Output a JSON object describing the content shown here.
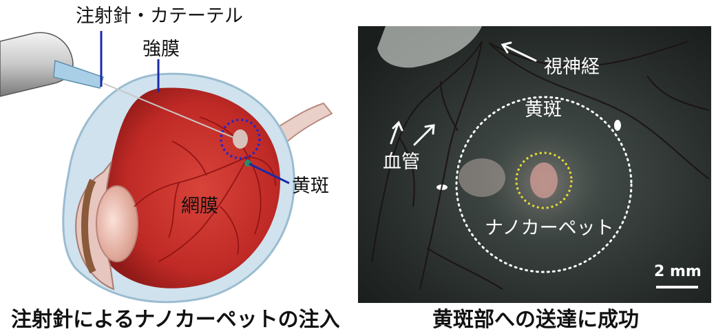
{
  "left_panel": {
    "labels": {
      "needle_catheter": "注射針・カテーテル",
      "sclera": "強膜",
      "macula": "黄斑",
      "retina": "網膜"
    },
    "caption": "注射針によるナノカーペットの注入"
  },
  "right_panel": {
    "labels": {
      "optic_nerve": "視神経",
      "macula": "黄斑",
      "blood_vessel": "血管",
      "nanocarpet": "ナノカーペット"
    },
    "scale_bar": "2 mm",
    "caption": "黄斑部への送達に成功"
  },
  "colors": {
    "retina_red": "#c8302c",
    "label_line": "#1a2aa8",
    "macula_ring_blue": "#2626c8",
    "nanocarpet_ring_yellow": "#e8e030",
    "fundus_bg": "#2e3330"
  }
}
